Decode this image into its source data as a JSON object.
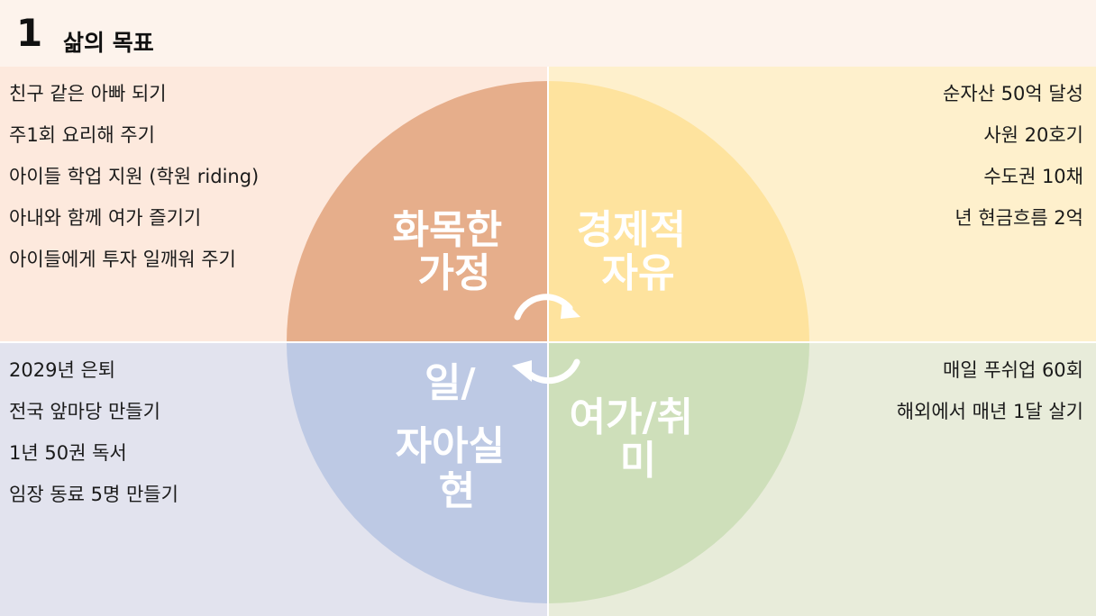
{
  "header": {
    "number": "1",
    "title": "삶의 목표"
  },
  "colors": {
    "family_segment": "#e6ae8b",
    "economic_segment": "#fee39e",
    "work_segment": "#bdc9e4",
    "hobby_segment": "#cedfba",
    "segment_label": "#ffffff"
  },
  "segments": {
    "family": {
      "label_lines": [
        "화목한",
        "가정"
      ]
    },
    "economic": {
      "label_lines": [
        "경제적",
        "자유"
      ]
    },
    "work": {
      "label_lines": [
        "일/",
        "자아실",
        "현"
      ]
    },
    "hobby": {
      "label_lines": [
        "여가/취",
        "미"
      ]
    }
  },
  "goals": {
    "family": [
      "친구 같은 아빠 되기",
      "주1회 요리해 주기",
      "아이들 학업 지원 (학원 riding)",
      "아내와 함께 여가 즐기기",
      "아이들에게 투자 일깨워 주기"
    ],
    "economic": [
      "순자산 50억 달성",
      "사원 20호기",
      "수도권 10채",
      "년 현금흐름 2억"
    ],
    "work": [
      "2029년 은퇴",
      "전국 앞마당 만들기",
      "1년 50권 독서",
      "임장 동료 5명 만들기"
    ],
    "hobby": [
      "매일 푸쉬업 60회",
      "해외에서 매년 1달 살기"
    ]
  }
}
